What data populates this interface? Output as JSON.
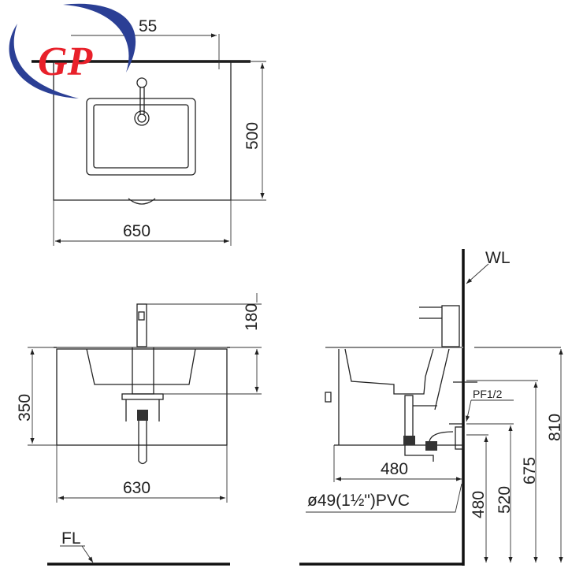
{
  "logo": {
    "text": "GP",
    "ring_color": "#2b3f95",
    "text_color": "#e8202a"
  },
  "top_view": {
    "dim_faucet_offset": "55",
    "dim_depth": "500",
    "dim_width": "650"
  },
  "front_view": {
    "dim_faucet_height": "180",
    "dim_cabinet_height": "350",
    "dim_cabinet_width": "630",
    "floor_label": "FL"
  },
  "side_view": {
    "wall_label": "WL",
    "supply_label": "PF1/2",
    "dim_depth": "480",
    "drain_label": "ø49(1½\")PVC",
    "dim_drain_height": "480",
    "dim_outlet_height": "520",
    "dim_supply_height": "675",
    "dim_counter_height": "810"
  }
}
